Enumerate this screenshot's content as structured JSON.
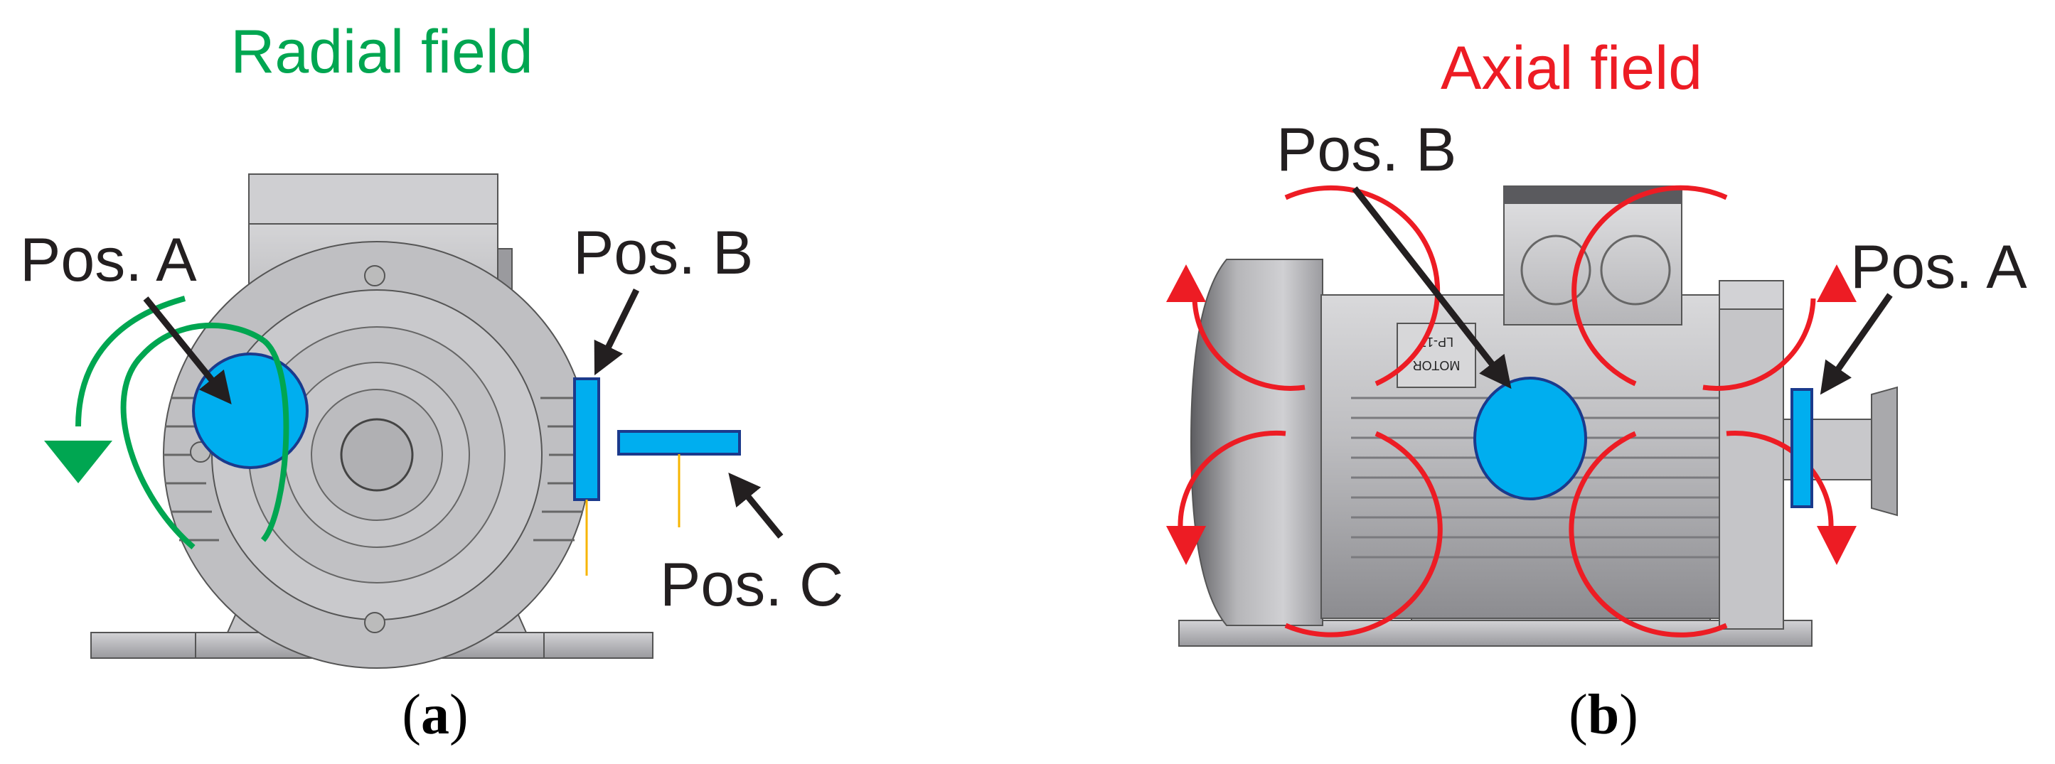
{
  "panel_a": {
    "title": "Radial field",
    "pos_a": "Pos. A",
    "pos_b": "Pos. B",
    "pos_c": "Pos. C",
    "caption_letter": "a"
  },
  "panel_b": {
    "title": "Axial field",
    "pos_b": "Pos. B",
    "pos_a": "Pos. A",
    "caption_letter": "b",
    "plate_line1": "LP-17",
    "plate_line2": "MOTOR"
  },
  "colors": {
    "radial_title": "#00a651",
    "axial_title": "#ed1c24",
    "sensor_blue": "#00aeef",
    "field_green": "#00a651",
    "field_red": "#ed1c24",
    "lead_yellow": "#f7b500"
  }
}
